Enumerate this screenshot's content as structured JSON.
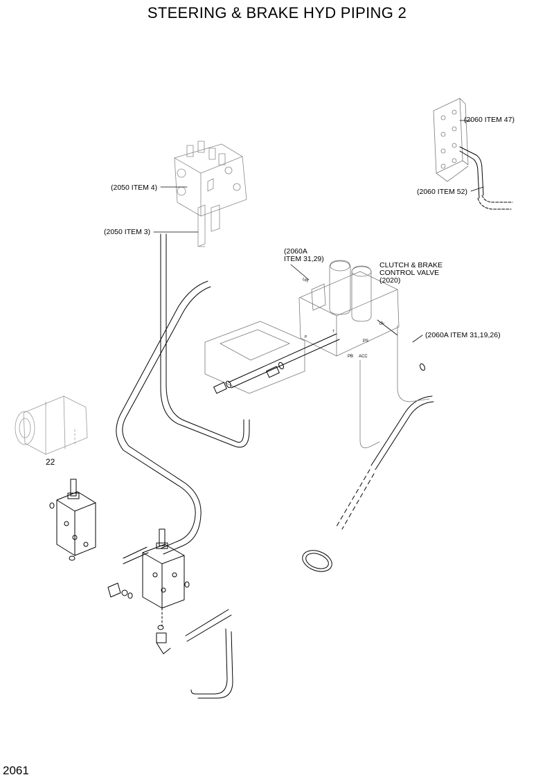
{
  "title": "STEERING & BRAKE HYD PIPING 2",
  "page_number": "2061",
  "callouts": {
    "ref_2060_item47": "(2060 ITEM 47)",
    "ref_2060_item52": "(2060 ITEM 52)",
    "ref_2050_item4": "(2050 ITEM 4)",
    "ref_2050_item3": "(2050 ITEM 3)",
    "ref_2060a_item31_29": "(2060A\nITEM 31,29)",
    "clutch_brake_valve": "CLUTCH & BRAKE\nCONTROL VALVE\n(2020)",
    "ref_2060a_item31_19_26": "(2060A ITEM 31,19,26)",
    "item_22": "22"
  },
  "port_labels": {
    "ur": "UR",
    "ul": "UL",
    "ps": "PS",
    "pb": "PB",
    "acc": "ACC",
    "p": "P",
    "t": "T"
  }
}
